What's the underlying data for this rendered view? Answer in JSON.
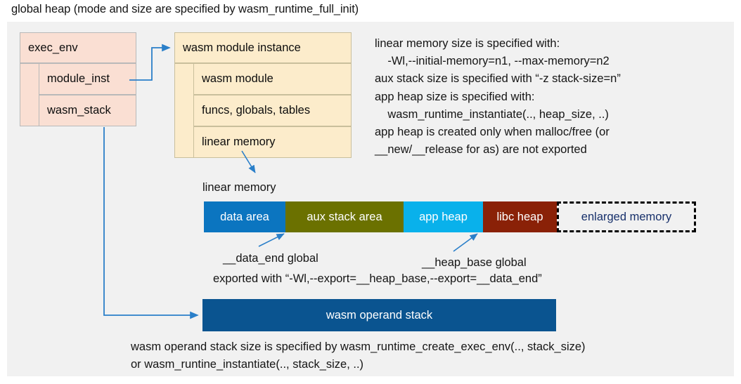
{
  "title": "global heap (mode and size are specified by wasm_runtime_full_init)",
  "colors": {
    "panel_bg": "#f1f1f1",
    "exec_env_fill": "#fadfd3",
    "module_fill": "#fceccb",
    "data_area": "#0b75c0",
    "aux_stack_area": "#6b7100",
    "app_heap": "#09b1eb",
    "libc_heap": "#8a2107",
    "enlarged_memory_text": "#17306b",
    "operand_stack": "#0a5490",
    "connector": "#2a7fc9"
  },
  "exec_env": {
    "header": "exec_env",
    "rows": [
      {
        "label": "module_inst"
      },
      {
        "label": "wasm_stack"
      }
    ]
  },
  "module_instance": {
    "header": "wasm module instance",
    "rows": [
      {
        "label": "wasm module"
      },
      {
        "label": "funcs, globals, tables"
      },
      {
        "label": "linear memory"
      }
    ]
  },
  "notes": {
    "memory_config": "linear memory size is specified with:\n    -Wl,--initial-memory=n1, --max-memory=n2\naux stack size is specified with “-z stack-size=n”\napp heap size is specified with:\n    wasm_runtime_instantiate(.., heap_size, ..)\napp heap is created only when malloc/free (or\n__new/__release for as) are not exported",
    "operand_stack_config": "wasm operand stack size is specified by wasm_runtime_create_exec_env(.., stack_size)\nor wasm_runtine_instantiate(.., stack_size, ..)"
  },
  "linear_memory": {
    "caption": "linear memory",
    "segments": [
      {
        "label": "data area",
        "color": "#0b75c0",
        "width": 116,
        "dashed": false
      },
      {
        "label": "aux stack area",
        "color": "#6b7100",
        "width": 168,
        "dashed": false
      },
      {
        "label": "app heap",
        "color": "#09b1eb",
        "width": 113,
        "dashed": false
      },
      {
        "label": "libc heap",
        "color": "#8a2107",
        "width": 105,
        "dashed": false
      },
      {
        "label": "enlarged memory",
        "color": "#f1f1f1",
        "width": 198,
        "dashed": true
      }
    ],
    "annotations": {
      "data_end": "__data_end global",
      "heap_base": "__heap_base global",
      "export_note": "exported with “-Wl,--export=__heap_base,--export=__data_end”"
    }
  },
  "operand_stack": {
    "label": "wasm operand stack"
  }
}
